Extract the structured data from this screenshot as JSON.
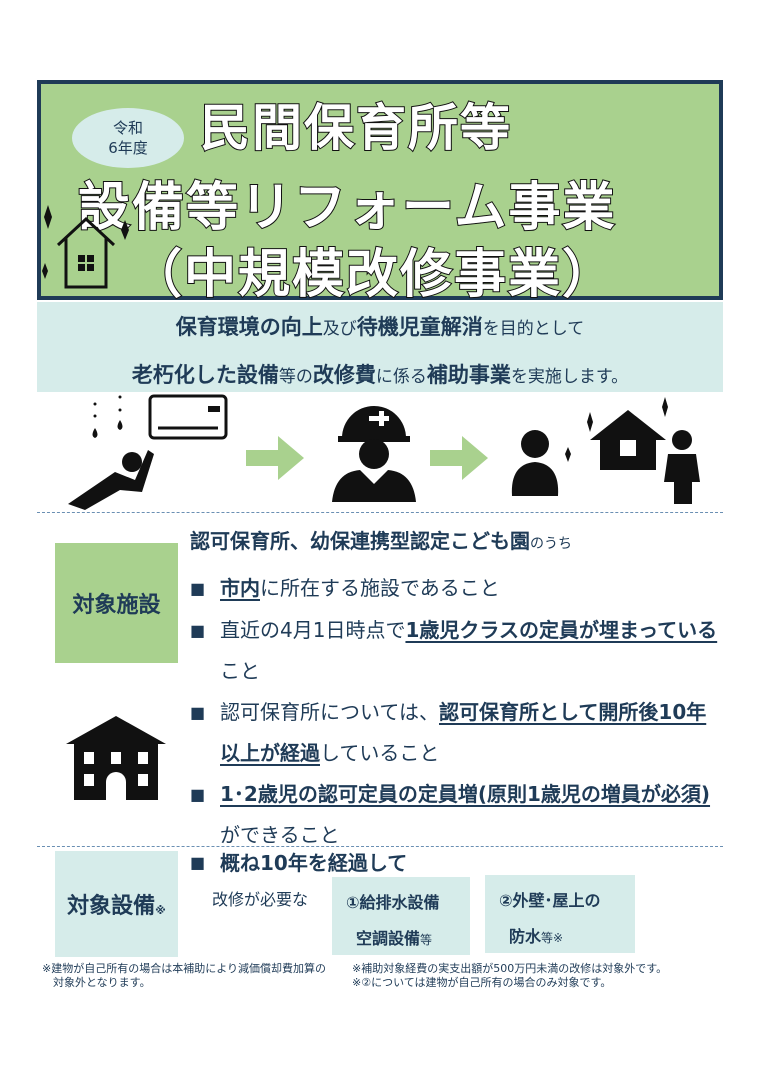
{
  "header": {
    "era_line1": "令和",
    "era_line2": "6年度",
    "title_line1": "民間保育所等",
    "title_line2": "設備等リフォーム事業",
    "title_line3": "（中規模改修事業）"
  },
  "purpose": {
    "line1": [
      {
        "t": "保育環境の向上",
        "b": true
      },
      {
        "t": "及び",
        "b": false
      },
      {
        "t": "待機児童解消",
        "b": true
      },
      {
        "t": "を目的として",
        "b": false
      }
    ],
    "line2": [
      {
        "t": "老朽化した設備",
        "b": true
      },
      {
        "t": "等の",
        "b": false
      },
      {
        "t": "改修費",
        "b": true
      },
      {
        "t": "に係る",
        "b": false
      },
      {
        "t": "補助事業",
        "b": true
      },
      {
        "t": "を実施します。",
        "b": false
      }
    ]
  },
  "facility": {
    "label": "対象施設",
    "heading": "認可保育所、幼保連携型認定こども園",
    "heading_suffix": "のうち",
    "bullet_mark": "■",
    "bullets": [
      [
        {
          "t": "市内",
          "u": true
        },
        {
          "t": "に所在する施設であること",
          "u": false
        }
      ],
      [
        {
          "t": "直近の4月1日時点で",
          "u": false
        },
        {
          "t": "1歳児クラスの定員が埋まっている",
          "u": true
        },
        {
          "t": "こと",
          "u": false
        }
      ],
      [
        {
          "t": "認可保育所については、",
          "u": false
        },
        {
          "t": "認可保育所として開所後10年以上が経過",
          "u": true
        },
        {
          "t": "していること",
          "u": false
        }
      ],
      [
        {
          "t": "1･2歳児の認可定員の定員増(原則1歳児の増員が必須)",
          "u": true
        },
        {
          "t": "ができること",
          "u": false
        }
      ]
    ]
  },
  "equipment": {
    "label": "対象設備",
    "label_mark": "※",
    "bullet_mark": "■",
    "bullet": "概ね10年を経過して",
    "need": "改修が必要な",
    "item1_line1": "①給排水設備",
    "item1_line2": "空調設備",
    "item1_suffix": "等",
    "item2_line1": "②外壁･屋上の",
    "item2_line2": "防水",
    "item2_suffix": "等※"
  },
  "footnotes": {
    "left_line1": "※建物が自己所有の場合は本補助により減価償却費加算の",
    "left_line2": "対象外となります。",
    "right_line1": "※補助対象経費の実支出額が500万円未満の改修は対象外です。",
    "right_line2": "※②については建物が自己所有の場合のみ対象です。"
  },
  "colors": {
    "green": "#a9d18e",
    "teal": "#d6ecea",
    "navy": "#1f3b57",
    "arrow": "#a9d18e"
  }
}
